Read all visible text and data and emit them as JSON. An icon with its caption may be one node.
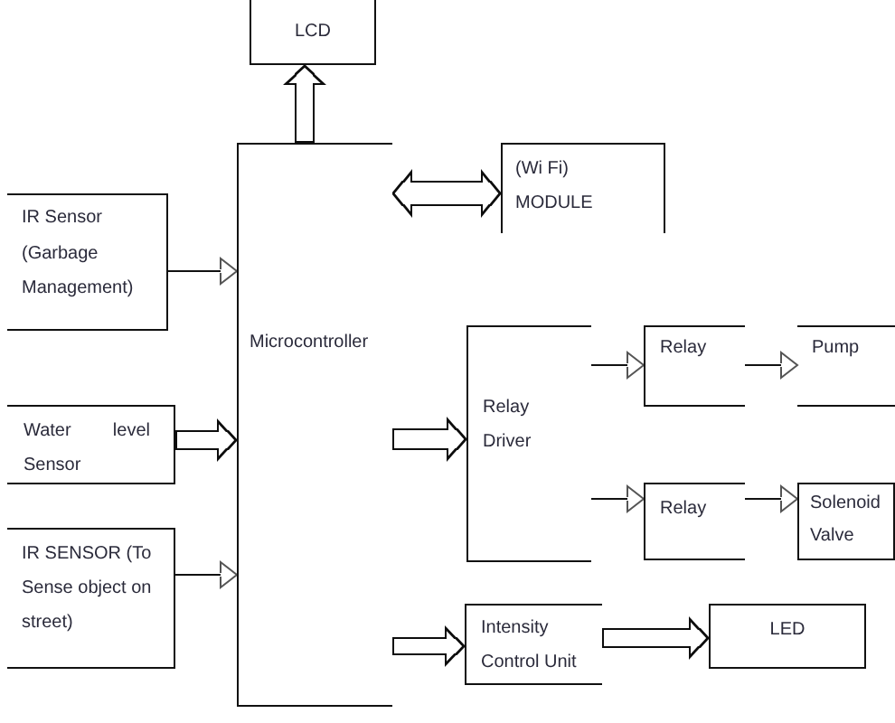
{
  "diagram": {
    "nodes": [
      {
        "text": [
          "LCD"
        ]
      },
      {
        "text": [
          "IR Sensor (Garbage Management)"
        ]
      },
      {
        "text": [
          "Water level Sensor"
        ]
      },
      {
        "text": [
          "IR SENSOR (To Sense object on street)"
        ]
      },
      {
        "text": [
          "Microcontroller"
        ]
      },
      {
        "text": [
          "(Wi Fi) MODULE"
        ]
      },
      {
        "text": [
          "Relay Driver"
        ]
      },
      {
        "text": [
          "Relay"
        ]
      },
      {
        "text": [
          "Pump"
        ]
      },
      {
        "text": [
          "Relay"
        ]
      },
      {
        "text": [
          "Solenoid Valve"
        ]
      },
      {
        "text": [
          "Intensity Control Unit"
        ]
      },
      {
        "text": [
          "LED"
        ]
      }
    ],
    "edges": [
      {
        "from": 4,
        "to": 0,
        "arrow": "to",
        "style": "thick"
      },
      {
        "from": 4,
        "to": 5,
        "arrow": "both",
        "style": "thick"
      },
      {
        "from": 1,
        "to": 4,
        "arrow": "to"
      },
      {
        "from": 2,
        "to": 4,
        "arrow": "to",
        "style": "thick"
      },
      {
        "from": 3,
        "to": 4,
        "arrow": "to"
      },
      {
        "from": 4,
        "to": 6,
        "arrow": "to",
        "style": "thick"
      },
      {
        "from": 6,
        "to": 7,
        "arrow": "to"
      },
      {
        "from": 7,
        "to": 8,
        "arrow": "to"
      },
      {
        "from": 6,
        "to": 9,
        "arrow": "to"
      },
      {
        "from": 9,
        "to": 10,
        "arrow": "to"
      },
      {
        "from": 4,
        "to": 11,
        "arrow": "to",
        "style": "thick"
      },
      {
        "from": 11,
        "to": 12,
        "arrow": "to",
        "style": "thick"
      }
    ]
  }
}
